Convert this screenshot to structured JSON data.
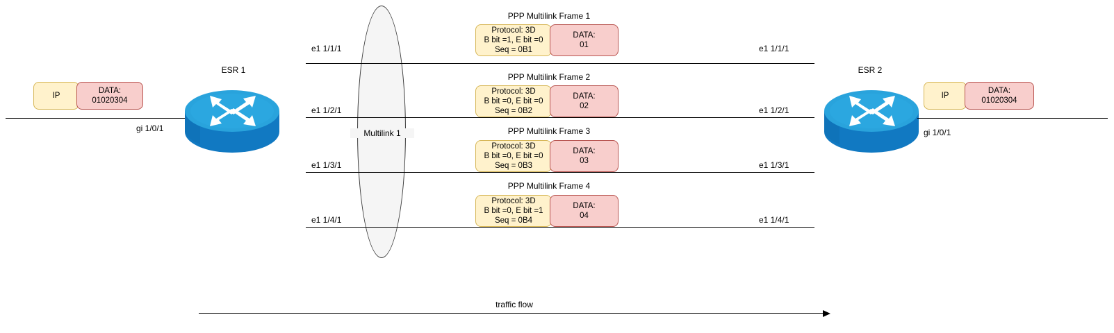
{
  "diagram": {
    "title_left_router": "ESR 1",
    "title_right_router": "ESR 2",
    "multilink_label": "Multilink 1",
    "traffic_flow_label": "traffic flow",
    "colors": {
      "router_top": "#29A3DC",
      "router_body": "#1179C2",
      "router_arrow": "#FFFFFF",
      "yellow_fill": "#FFF2CC",
      "yellow_border": "#D6B656",
      "pink_fill": "#F8CECC",
      "pink_border": "#B85450",
      "ellipse_fill": "#F5F5F5",
      "ellipse_border": "#3A3A3A",
      "line": "#000000"
    }
  },
  "left_endpoint": {
    "ip_label": "IP",
    "data_label": "DATA:\n01020304",
    "interface_label": "gi 1/0/1"
  },
  "right_endpoint": {
    "ip_label": "IP",
    "data_label": "DATA:\n01020304",
    "interface_label": "gi 1/0/1"
  },
  "links": [
    {
      "left_interface": "e1 1/1/1",
      "right_interface": "e1 1/1/1",
      "frame_title": "PPP Multilink Frame 1",
      "header": "Protocol: 3D\nB bit =1, E bit =0\nSeq = 0B1",
      "payload": "DATA:\n01"
    },
    {
      "left_interface": "e1 1/2/1",
      "right_interface": "e1 1/2/1",
      "frame_title": "PPP Multilink Frame 2",
      "header": "Protocol: 3D\nB bit =0, E bit =0\nSeq = 0B2",
      "payload": "DATA:\n02"
    },
    {
      "left_interface": "e1 1/3/1",
      "right_interface": "e1 1/3/1",
      "frame_title": "PPP Multilink Frame 3",
      "header": "Protocol: 3D\nB bit =0, E bit =0\nSeq = 0B3",
      "payload": "DATA:\n03"
    },
    {
      "left_interface": "e1 1/4/1",
      "right_interface": "e1 1/4/1",
      "frame_title": "PPP Multilink Frame 4",
      "header": "Protocol: 3D\nB bit =0, E bit =1\nSeq = 0B4",
      "payload": "DATA:\n04"
    }
  ]
}
